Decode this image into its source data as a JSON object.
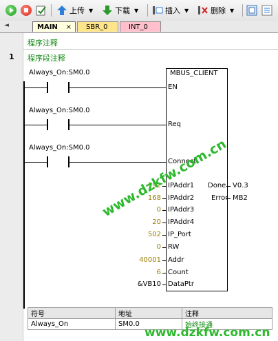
{
  "toolbar": {
    "upload_label": "上传",
    "download_label": "下载",
    "insert_label": "插入",
    "delete_label": "删除"
  },
  "tabs": [
    {
      "label": "MAIN",
      "close": "×"
    },
    {
      "label": "SBR_0"
    },
    {
      "label": "INT_0"
    }
  ],
  "tab_nav_left": "◄",
  "program_comment": "程序注释",
  "network": {
    "number": "1",
    "comment": "程序段注释",
    "contacts": [
      {
        "label": "Always_On:SM0.0"
      },
      {
        "label": "Always_On:SM0.0"
      },
      {
        "label": "Always_On:SM0.0"
      }
    ],
    "block": {
      "title": "MBUS_CLIENT",
      "left_pins": [
        {
          "name": "EN",
          "value": ""
        },
        {
          "name": "Req",
          "value": ""
        },
        {
          "name": "Connect",
          "value": ""
        },
        {
          "name": "IPAddr1",
          "value": "192"
        },
        {
          "name": "IPAddr2",
          "value": "168"
        },
        {
          "name": "IPAddr3",
          "value": "0"
        },
        {
          "name": "IPAddr4",
          "value": "20"
        },
        {
          "name": "IP_Port",
          "value": "502"
        },
        {
          "name": "RW",
          "value": "0"
        },
        {
          "name": "Addr",
          "value": "40001"
        },
        {
          "name": "Count",
          "value": "6"
        },
        {
          "name": "DataPtr",
          "value": "&VB10"
        }
      ],
      "right_pins": [
        {
          "name": "Done",
          "value": "V0.3"
        },
        {
          "name": "Error",
          "value": "MB2"
        }
      ]
    }
  },
  "symbol_table": {
    "headers": [
      "符号",
      "地址",
      "注释"
    ],
    "rows": [
      [
        "Always_On",
        "SM0.0",
        "始终接通"
      ]
    ]
  },
  "watermarks": [
    "www.dzkfw.com.cn",
    "www.dzkfw.com.cn"
  ],
  "colors": {
    "comment_green": "#118a11",
    "value_text": "#9a7a00",
    "watermark_green": "#2db82d",
    "tab_main_bg": "#ffffe0",
    "tab_sbr_bg": "#ffe58a",
    "tab_int_bg": "#ffc0cb"
  }
}
